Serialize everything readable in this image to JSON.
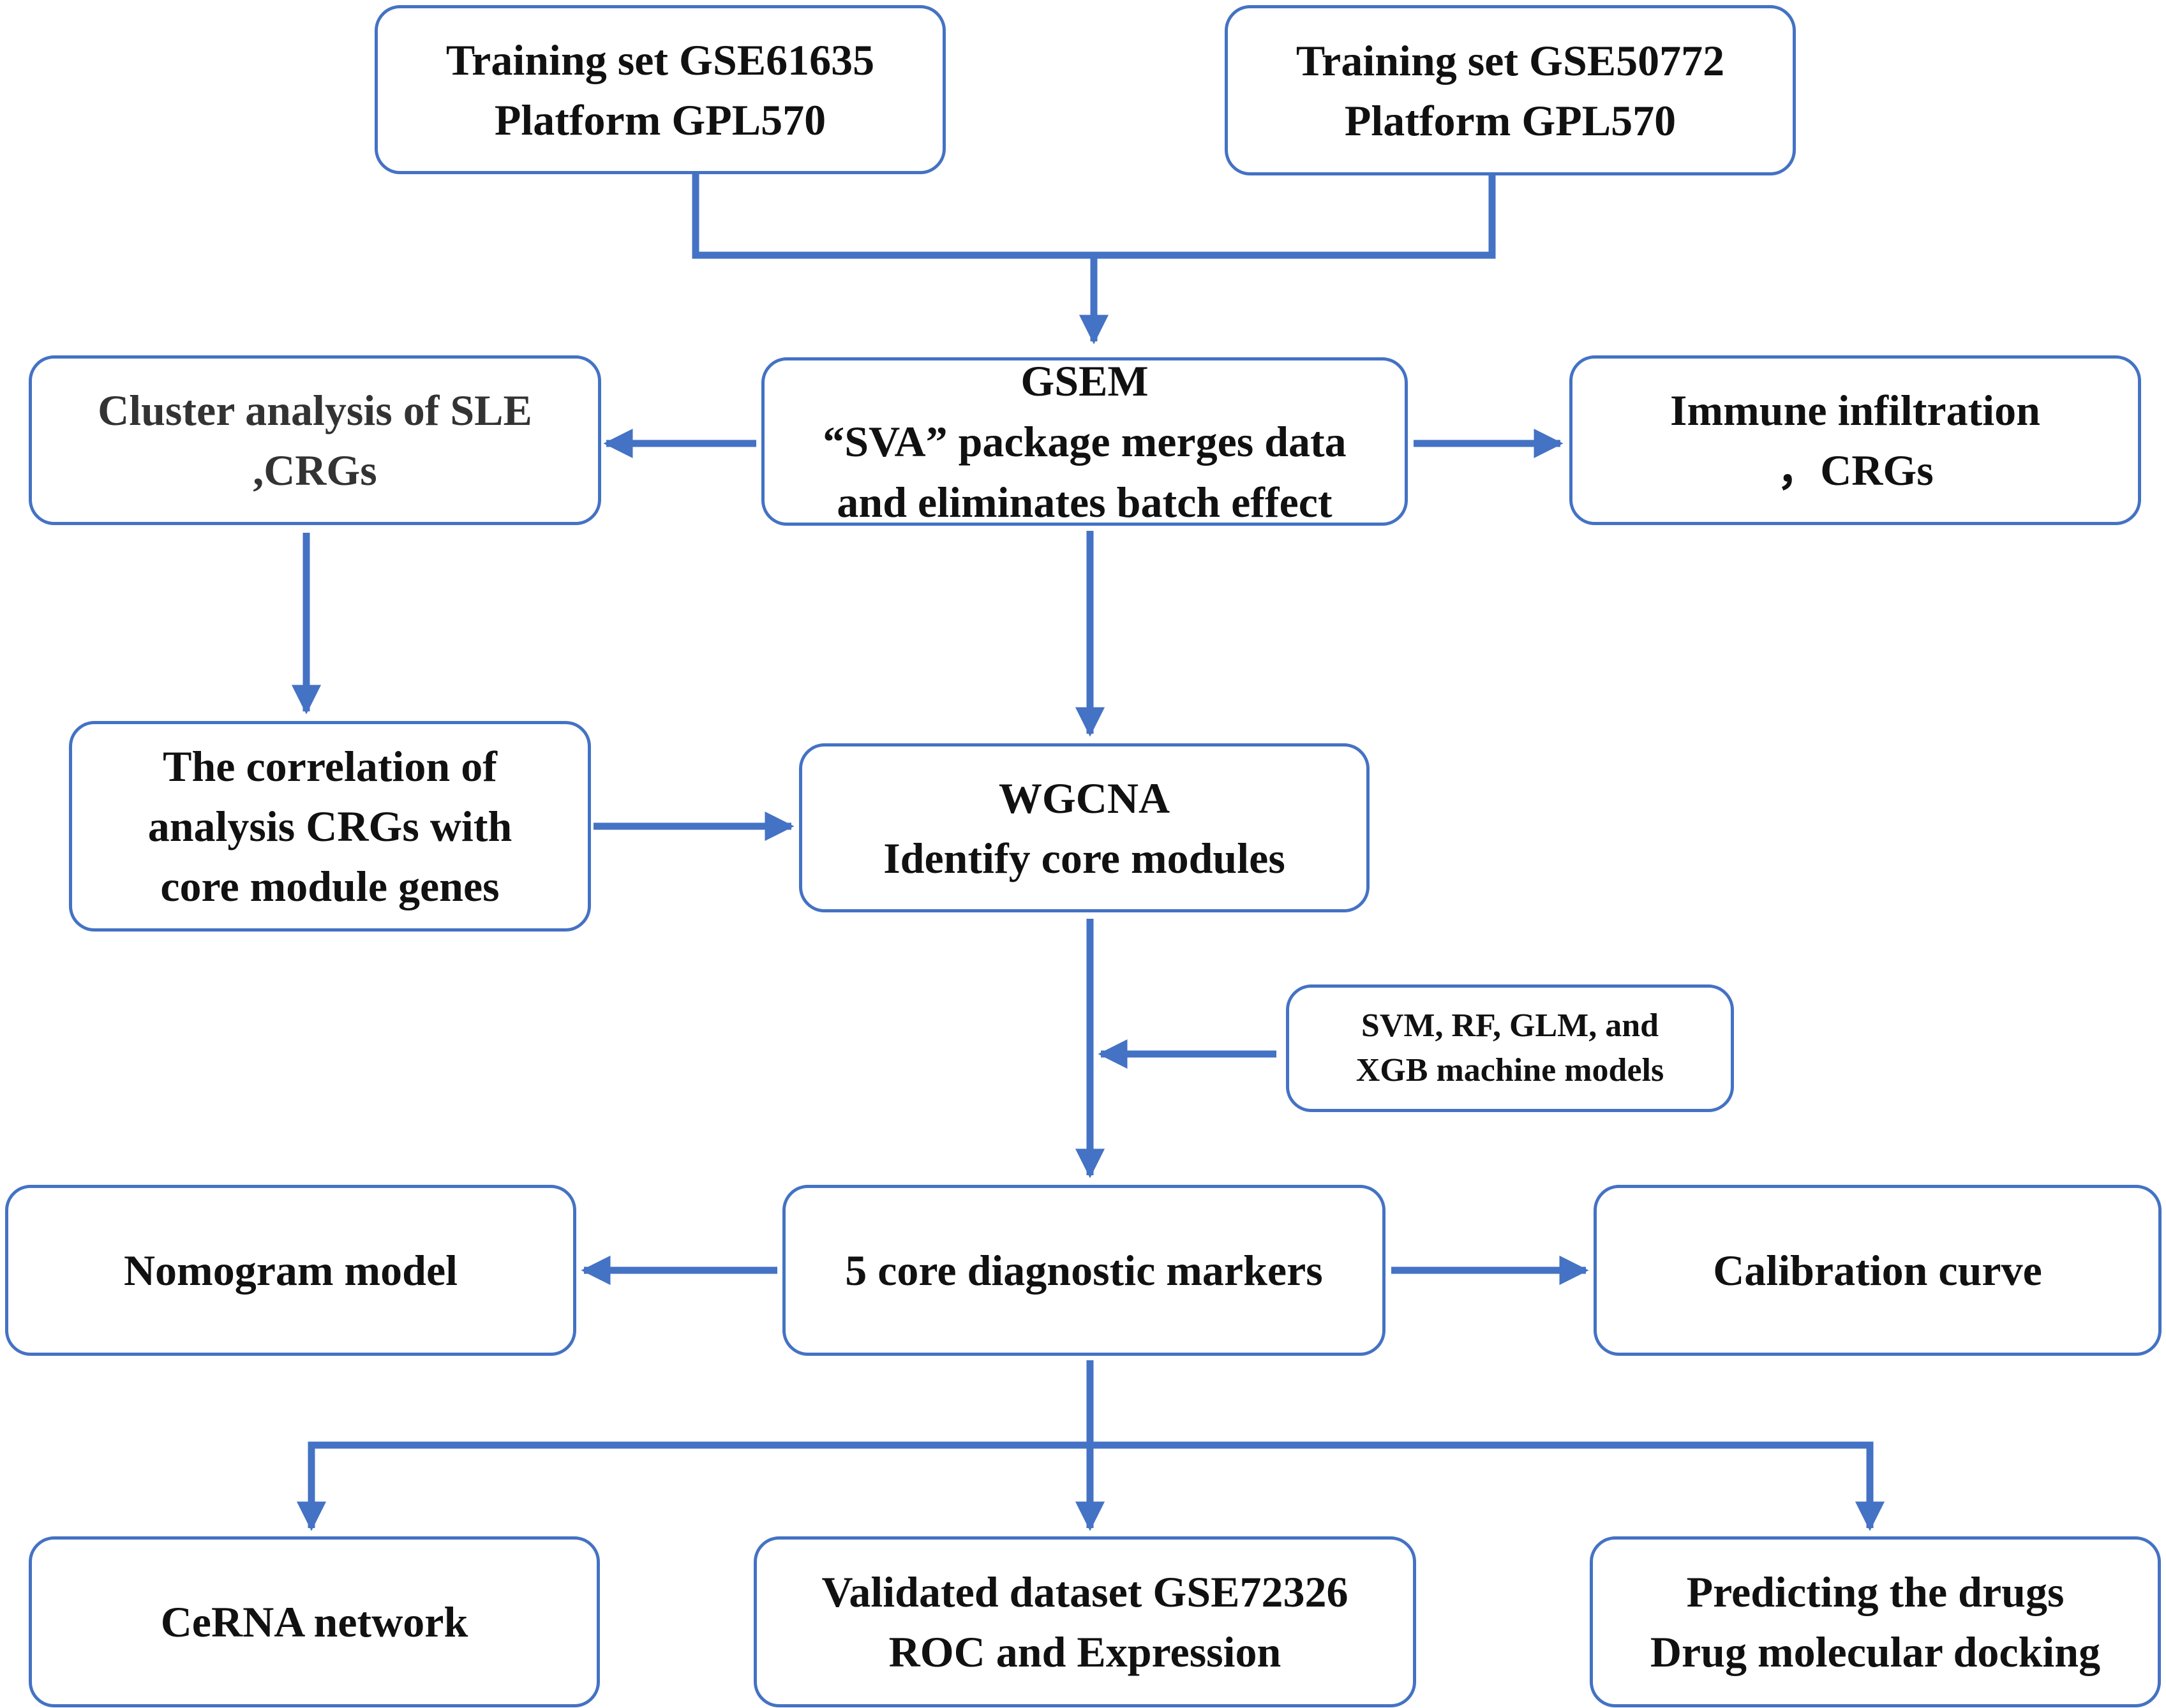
{
  "accent_color": "#4472C4",
  "nodes": {
    "training_set_1": "Training set GSE61635\nPlatform GPL570",
    "training_set_2": "Training set GSE50772\nPlatform GPL570",
    "gsem": "GSEM\n“SVA” package merges data\nand eliminates batch effect",
    "cluster_analysis": "Cluster analysis of SLE\n,CRGs",
    "immune_infiltration": "Immune infiltration\n，CRGs",
    "correlation": "The correlation of\nanalysis CRGs with\ncore module genes",
    "wgcna": "WGCNA\nIdentify core modules",
    "ml_models": "SVM, RF, GLM, and\nXGB machine models",
    "core_markers": "5 core diagnostic markers",
    "nomogram": "Nomogram model",
    "calibration": "Calibration curve",
    "cerna": "CeRNA network",
    "validation": "Validated dataset GSE72326\nROC and Expression",
    "drugs": "Predicting the drugs\nDrug molecular docking"
  }
}
